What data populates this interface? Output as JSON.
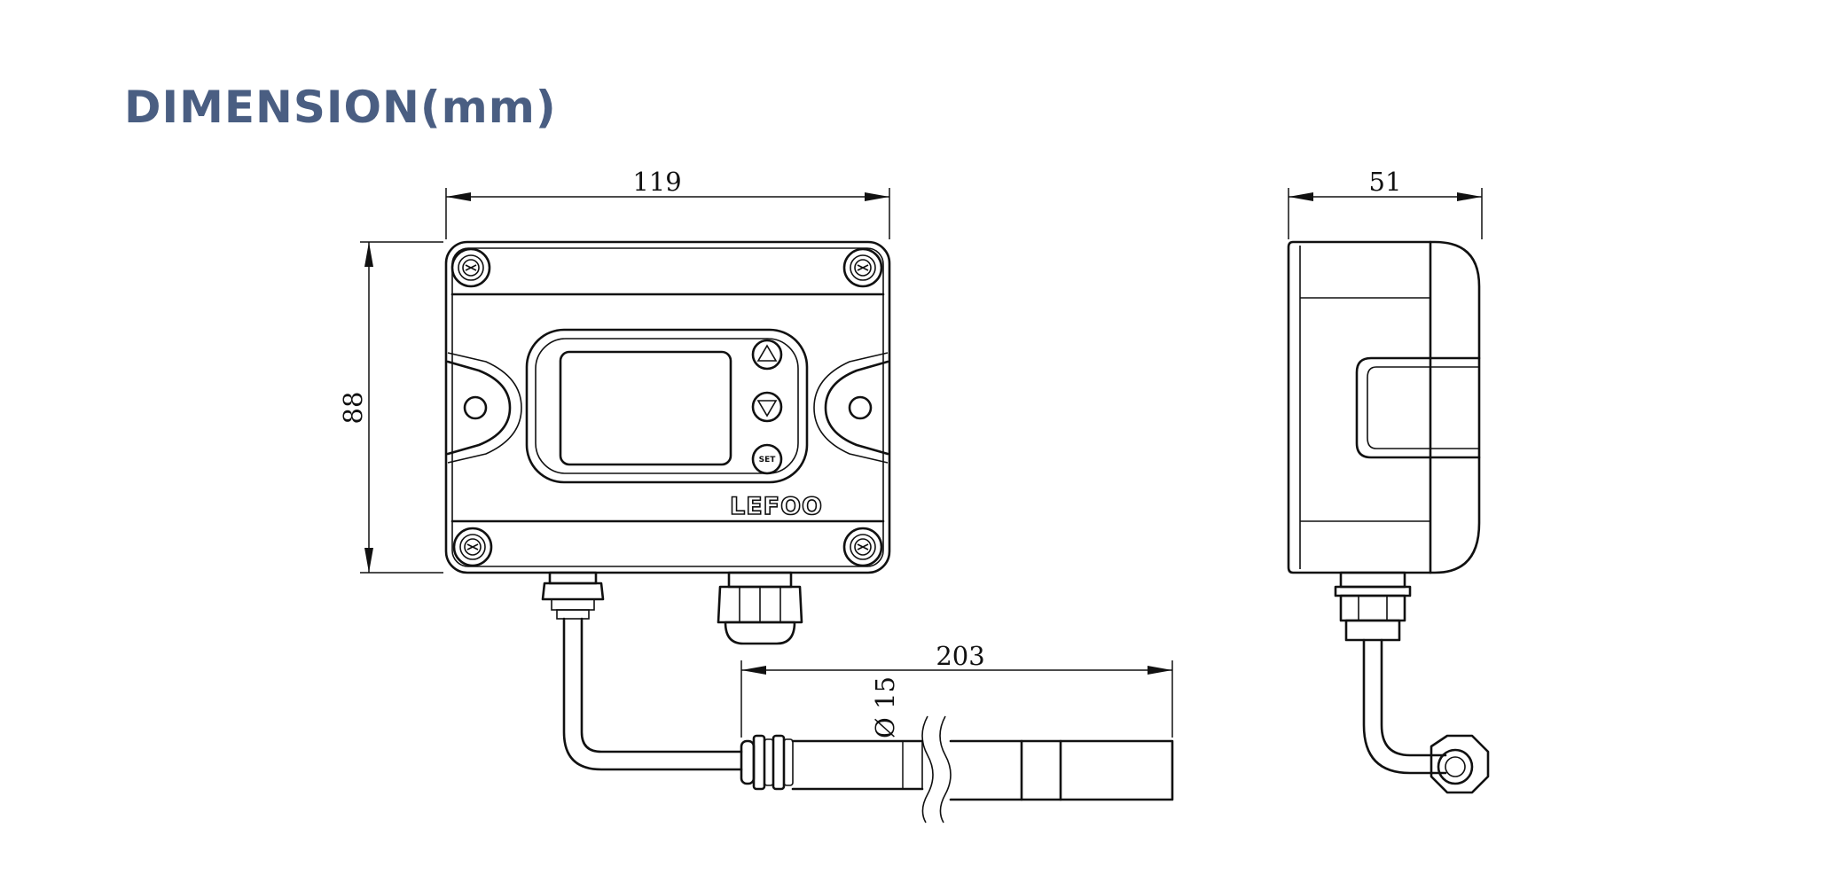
{
  "title": "DIMENSION(mm)",
  "dimensions": {
    "width": "119",
    "height": "88",
    "depth": "51",
    "probe_length": "203",
    "probe_diameter": "Ø 15"
  },
  "device": {
    "logo": "LEFOO",
    "set_button": "SET"
  }
}
